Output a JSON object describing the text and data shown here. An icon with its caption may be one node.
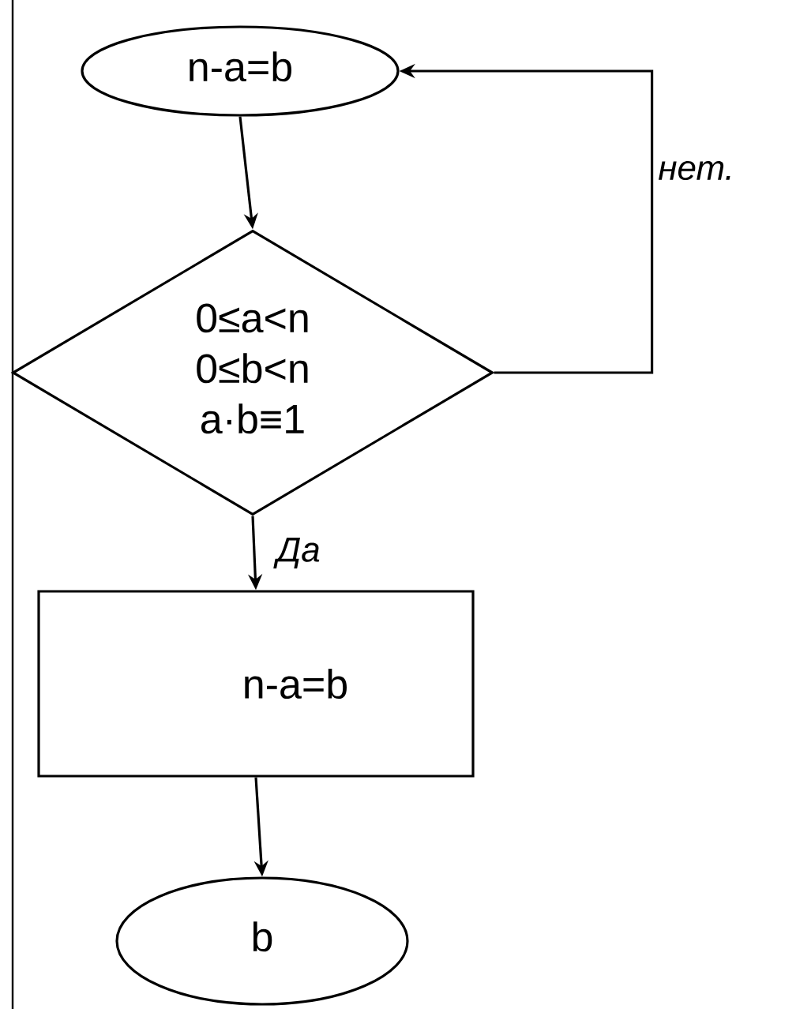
{
  "diagram": {
    "nodes": [
      {
        "text": [
          "n-a=b"
        ]
      },
      {
        "text": [
          "0≤a<n",
          "0≤b<n",
          "a·b≡1"
        ]
      },
      {
        "text": [
          "n-a=b"
        ]
      },
      {
        "text": [
          "b"
        ]
      }
    ],
    "edges": [
      {
        "from": 0,
        "to": 1,
        "arrow": "to"
      },
      {
        "from": 1,
        "to": 0,
        "arrow": "to",
        "label": "нет."
      },
      {
        "from": 1,
        "to": 2,
        "arrow": "to",
        "label": "Да"
      },
      {
        "from": 2,
        "to": 3,
        "arrow": "to"
      }
    ]
  }
}
